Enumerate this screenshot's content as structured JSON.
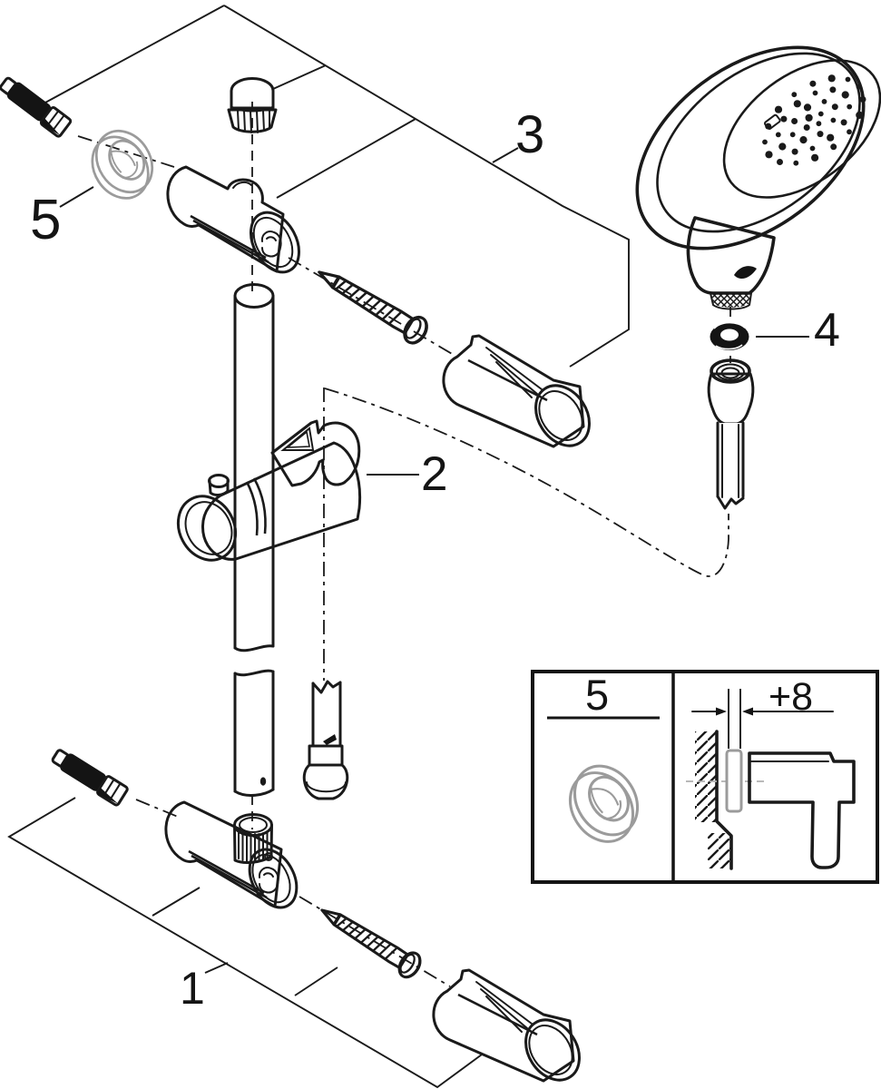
{
  "callouts": {
    "n1": "1",
    "n2": "2",
    "n3": "3",
    "n4": "4",
    "n5": "5"
  },
  "inset": {
    "label": "5",
    "dimension": "+8"
  },
  "colors": {
    "line": "#1a1a1a",
    "muted": "#9b9b9b",
    "background": "#ffffff"
  }
}
